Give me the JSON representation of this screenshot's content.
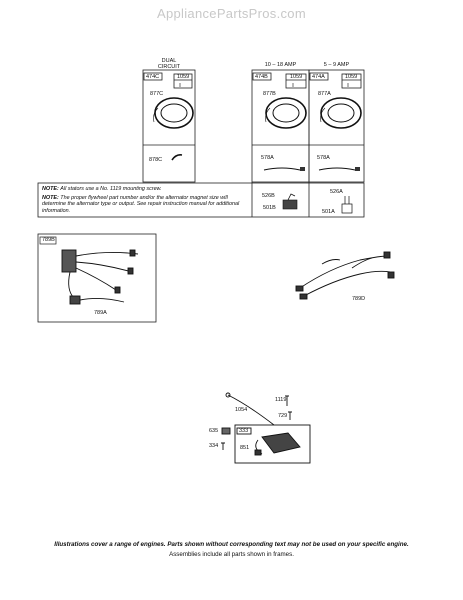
{
  "watermark": "AppliancePartsPros.com",
  "headers": {
    "dual_circuit_1": "DUAL",
    "dual_circuit_2": "CIRCUIT",
    "amp_10_18": "10 – 18 AMP",
    "amp_5_9": "5 – 9 AMP"
  },
  "parts": {
    "p474C": "474C",
    "p1059a": "1059",
    "p877C": "877C",
    "p878C": "878C",
    "p474B": "474B",
    "p1059b": "1059",
    "p877B": "877B",
    "p474A": "474A",
    "p1059c": "1059",
    "p877A": "877A",
    "p578Aa": "578A",
    "p578Ab": "578A",
    "p526B": "526B",
    "p501B": "501B",
    "p526A": "526A",
    "p501A": "501A",
    "p789B": "789B",
    "p789A": "789A",
    "p789D": "789D",
    "p1119": "1119",
    "p1054": "1054",
    "p729": "729",
    "p333": "333",
    "p635": "635",
    "p334": "334",
    "p851": "851"
  },
  "notes": {
    "n1_label": "NOTE:",
    "n1_text": "All stators use a No. 1119 mounting screw.",
    "n2_label": "NOTE:",
    "n2_text": "The proper flywheel part number and/or the alternator magnet size will determine the alternator type or output. See repair instruction manual for additional information."
  },
  "footer": {
    "line1": "Illustrations cover a range of engines. Parts shown without corresponding text may not be used on your specific engine.",
    "line2": "Assemblies include all parts shown in frames."
  }
}
